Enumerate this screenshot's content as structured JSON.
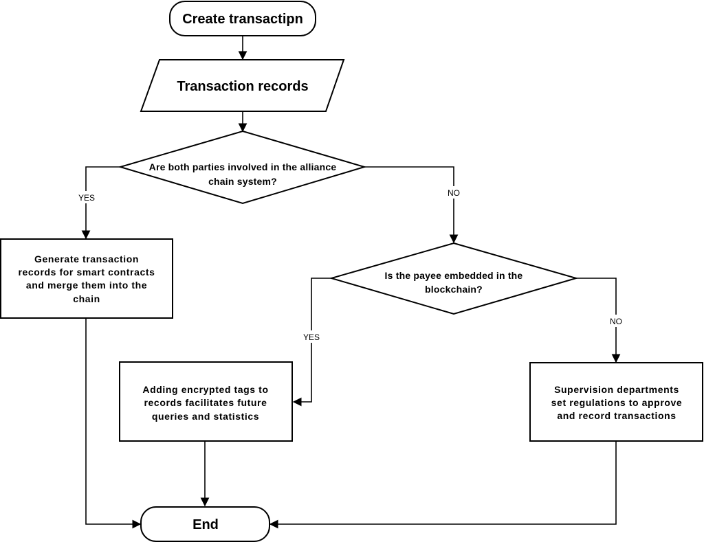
{
  "nodes": {
    "start": "Create transactipn",
    "records": "Transaction records",
    "decision1": [
      "Are both parties involved in the alliance",
      "chain system?"
    ],
    "generate": [
      "Generate transaction",
      "records for smart contracts",
      "and merge them into the",
      "chain"
    ],
    "decision2": [
      "Is the payee embedded in the",
      "blockchain?"
    ],
    "adding": [
      "Adding encrypted tags to",
      "records facilitates future",
      "queries and statistics"
    ],
    "supervision": [
      "Supervision departments",
      "set regulations to approve",
      "and record transactions"
    ],
    "end": "End"
  },
  "edges": {
    "d1_yes": "YES",
    "d1_no": "NO",
    "d2_yes": "YES",
    "d2_no": "NO"
  }
}
